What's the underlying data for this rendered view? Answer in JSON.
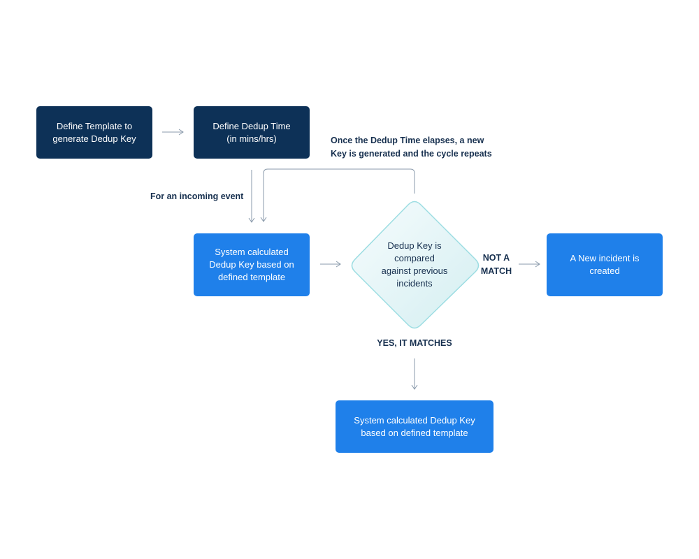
{
  "nodes": {
    "define_template": "Define Template to\ngenerate Dedup Key",
    "define_dedup_time": "Define Dedup Time\n(in mins/hrs)",
    "system_calculated_top": "System calculated\nDedup Key based on\ndefined template",
    "decision": "Dedup Key is\ncompared\nagainst previous\nincidents",
    "new_incident": "A New incident is\ncreated",
    "system_calculated_bottom": "System calculated Dedup Key\nbased on defined template"
  },
  "labels": {
    "cycle_note": "Once the Dedup Time elapses, a new\nKey is generated and the cycle repeats",
    "incoming_event": "For an incoming event",
    "not_a_match": "NOT A\nMATCH",
    "yes_matches": "YES, IT MATCHES"
  },
  "colors": {
    "dark_box": "#0d3157",
    "blue_box": "#1f80ea",
    "connector": "#8a9aab",
    "label_text": "#17304f",
    "diamond_fill_start": "#f6fcfd",
    "diamond_fill_end": "#d4eef1",
    "diamond_stroke": "#9cdde2"
  }
}
